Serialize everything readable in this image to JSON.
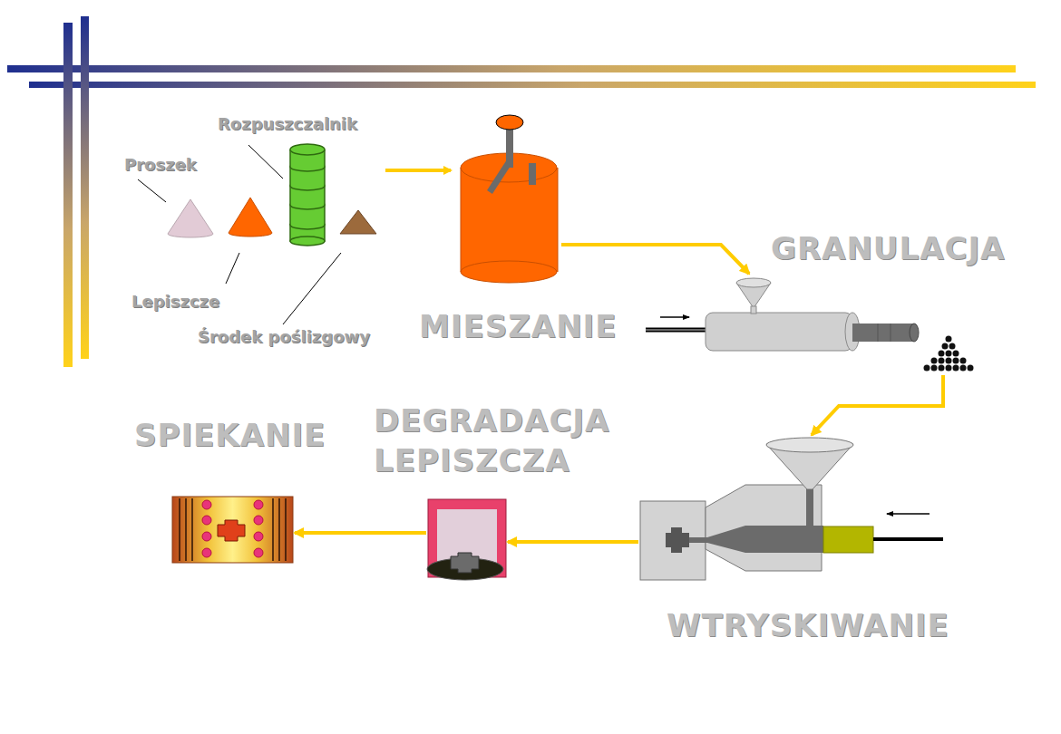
{
  "diagram": {
    "nodes": [
      {
        "text": [
          "MIESZANIE"
        ]
      },
      {
        "text": [
          "GRANULACJA"
        ]
      },
      {
        "text": [
          "WTRYSKIWANIE"
        ]
      },
      {
        "text": [
          "DEGRADACJA LEPISZCZA"
        ]
      },
      {
        "text": [
          "SPIEKANIE"
        ]
      }
    ],
    "edges": [
      {
        "from": 0,
        "to": 1,
        "arrow": "to"
      },
      {
        "from": 1,
        "to": 2,
        "arrow": "to"
      },
      {
        "from": 2,
        "to": 3,
        "arrow": "to"
      },
      {
        "from": 3,
        "to": 4,
        "arrow": "to"
      }
    ],
    "labels": [
      "Rozpuszczalnik",
      "Proszek",
      "Lepiszcze",
      "Środek poślizgowy"
    ]
  }
}
